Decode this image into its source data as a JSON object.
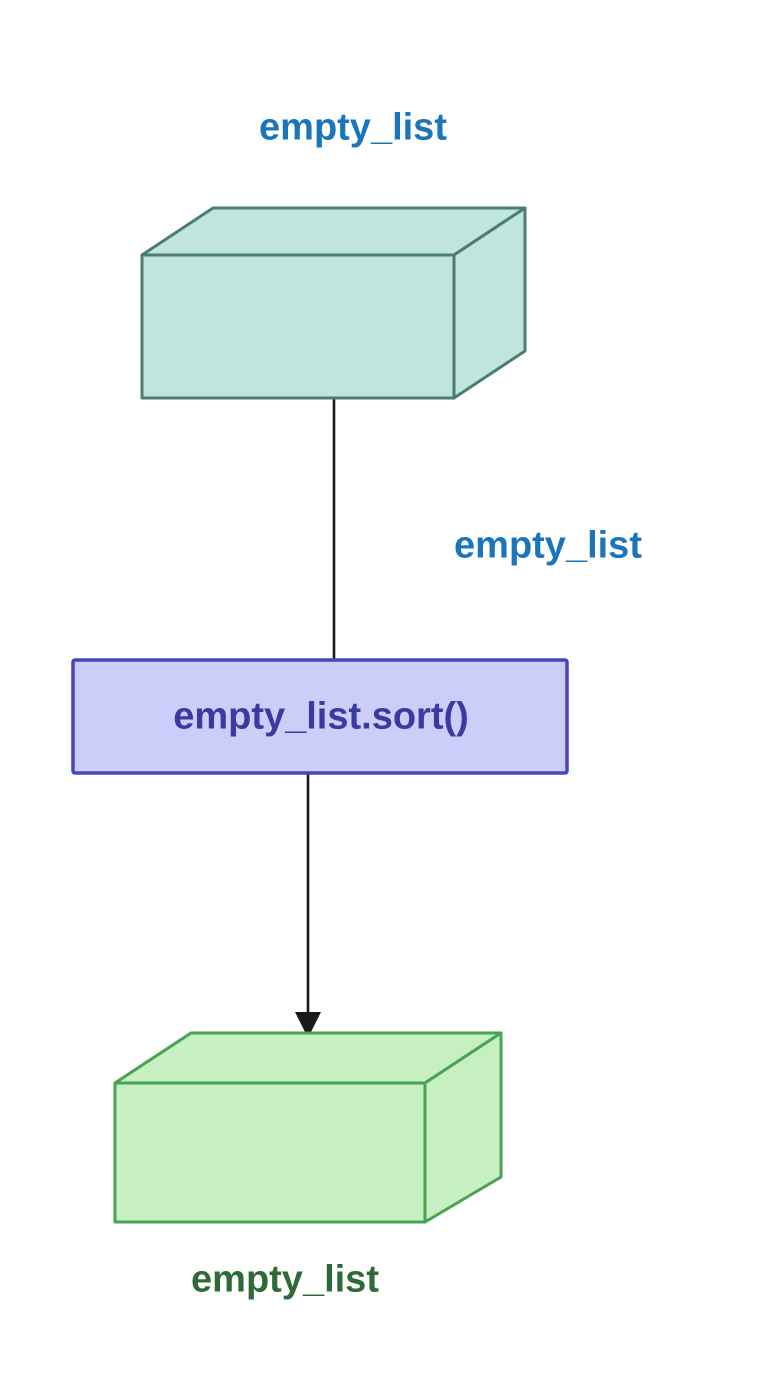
{
  "diagram": {
    "source_variable_label": "empty_list",
    "edge_label": "empty_list",
    "operation_label": "empty_list.sort()",
    "result_variable_label": "empty_list",
    "colors": {
      "variable_label_blue": "#1b75bb",
      "source_box_fill": "#bfe5dc",
      "source_box_stroke": "#4a7d74",
      "operation_box_fill": "#cdcdf9",
      "operation_box_stroke": "#4646bd",
      "operation_text_indigo": "#3a3aa0",
      "result_box_fill": "#c6efc2",
      "result_box_stroke": "#4aa253",
      "result_label_green": "#2e6b38",
      "connector_black": "#1a1a1a"
    }
  }
}
